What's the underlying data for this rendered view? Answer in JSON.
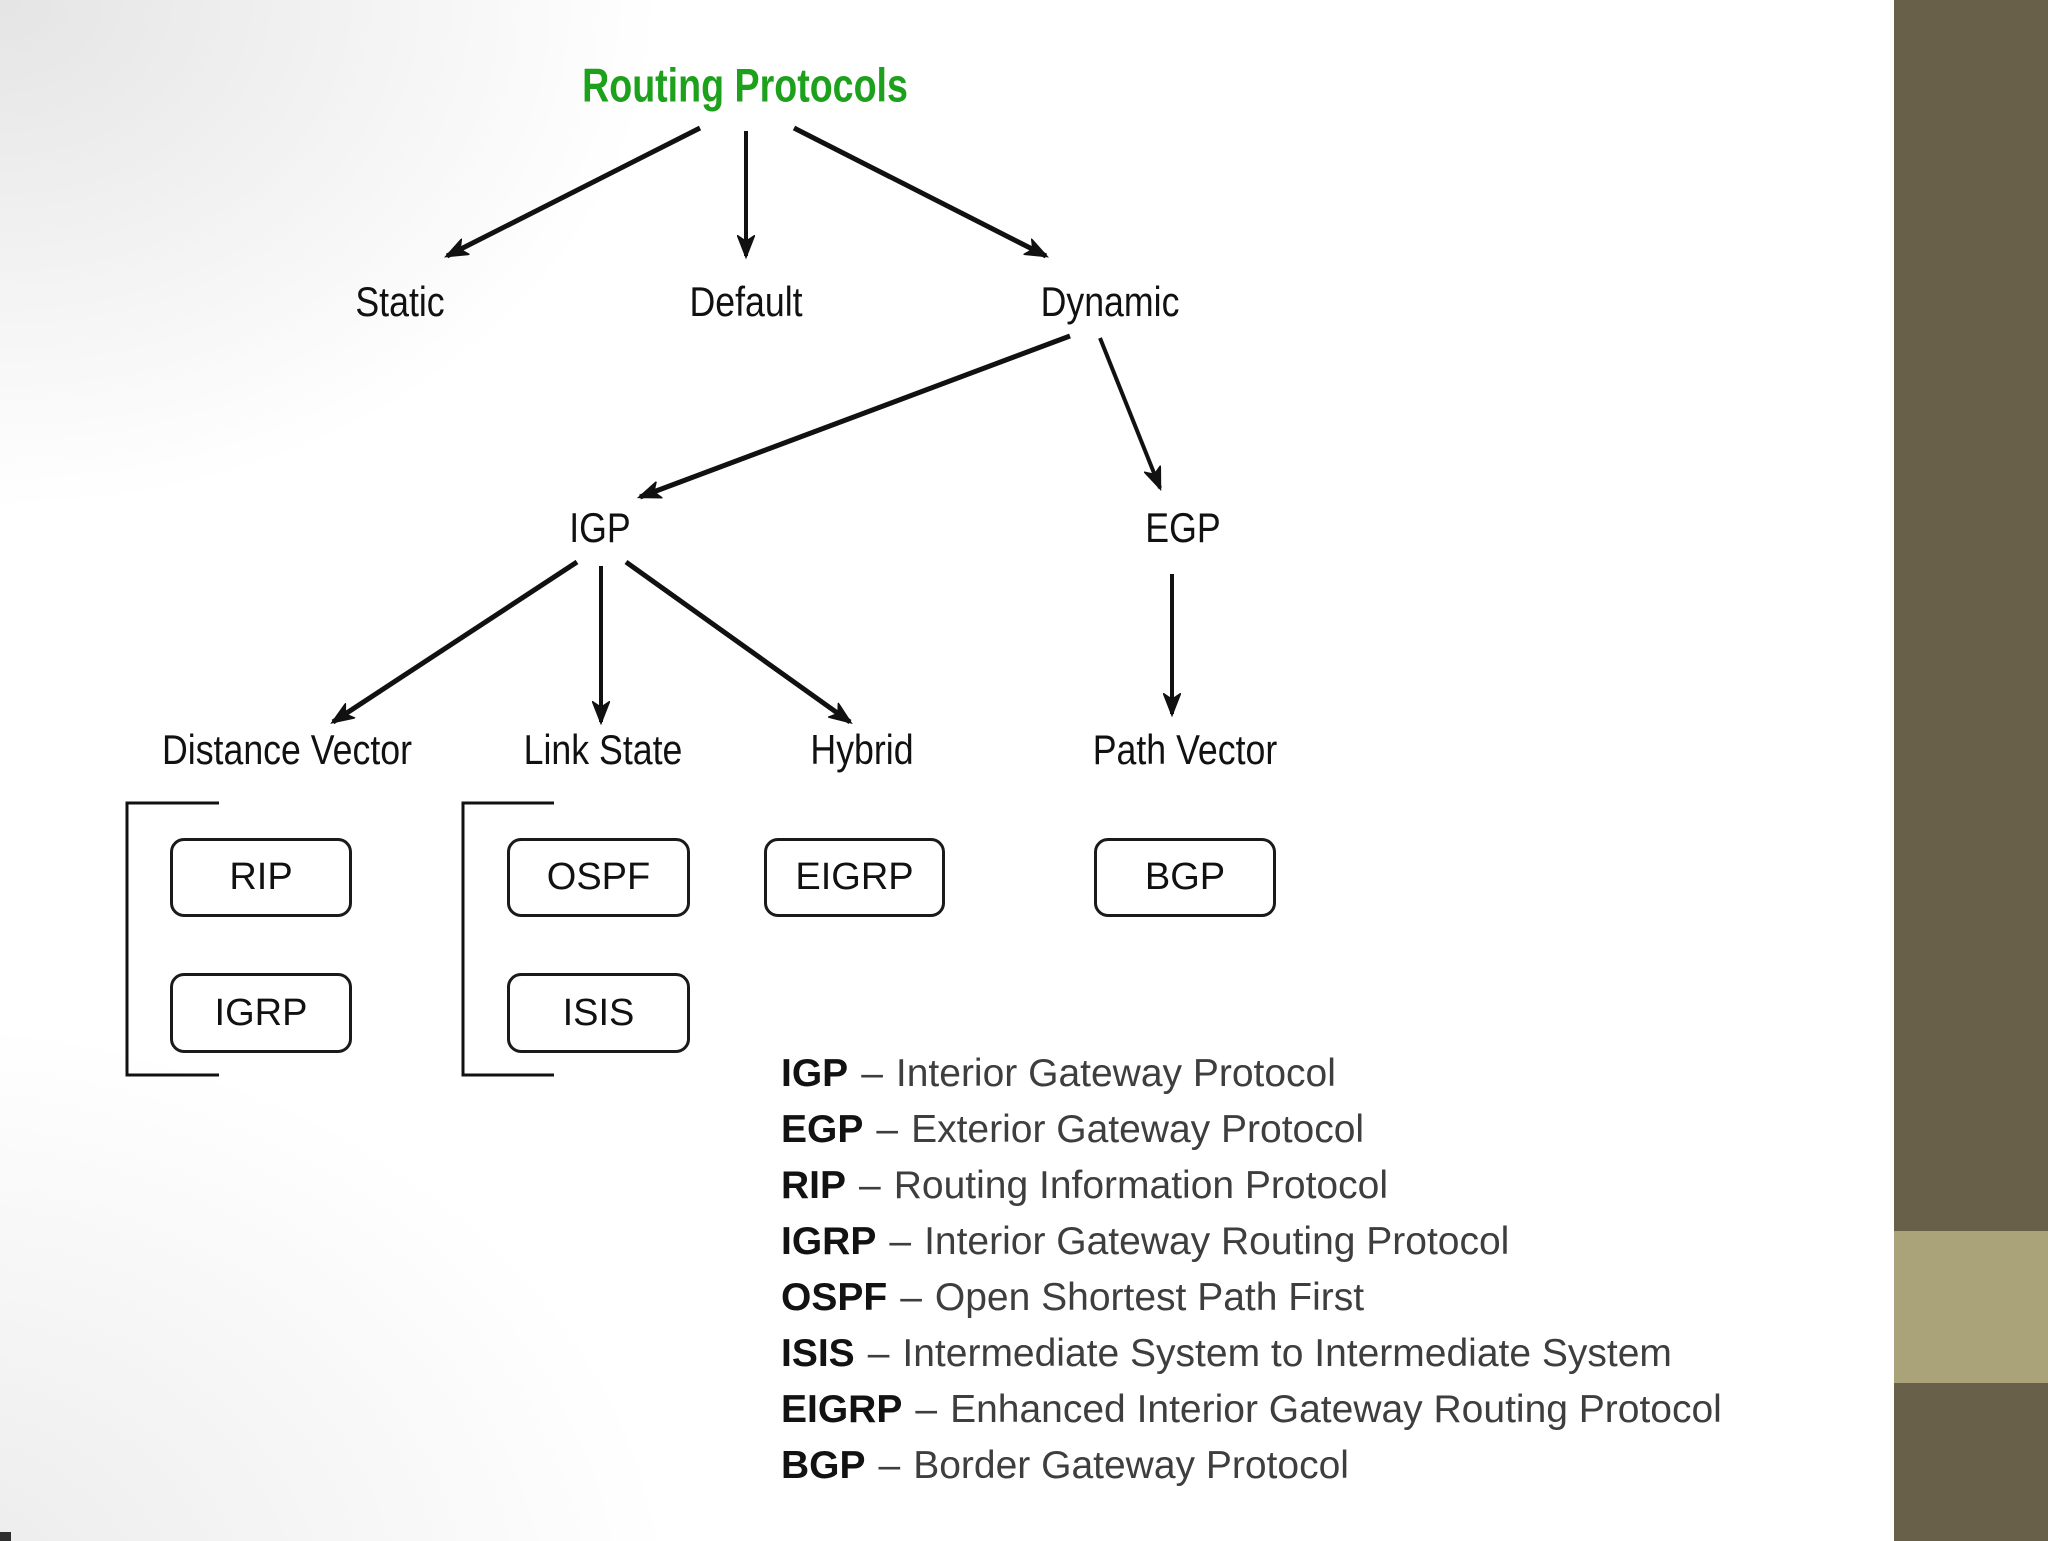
{
  "title": "Routing Protocols",
  "nodes": {
    "static": "Static",
    "default": "Default",
    "dynamic": "Dynamic",
    "igp": "IGP",
    "egp": "EGP",
    "distance_vector": "Distance Vector",
    "link_state": "Link State",
    "hybrid": "Hybrid",
    "path_vector": "Path Vector"
  },
  "protocol_boxes": {
    "rip": "RIP",
    "igrp": "IGRP",
    "ospf": "OSPF",
    "isis": "ISIS",
    "eigrp": "EIGRP",
    "bgp": "BGP"
  },
  "legend": {
    "separator": "–",
    "items": [
      {
        "abbr": "IGP",
        "desc": "Interior Gateway Protocol"
      },
      {
        "abbr": "EGP",
        "desc": "Exterior Gateway Protocol"
      },
      {
        "abbr": "RIP",
        "desc": "Routing Information Protocol"
      },
      {
        "abbr": "IGRP",
        "desc": "Interior Gateway Routing Protocol"
      },
      {
        "abbr": "OSPF",
        "desc": "Open Shortest Path First"
      },
      {
        "abbr": "ISIS",
        "desc": "Intermediate System to Intermediate System"
      },
      {
        "abbr": "EIGRP",
        "desc": "Enhanced Interior Gateway Routing Protocol"
      },
      {
        "abbr": "BGP",
        "desc": "Border Gateway Protocol"
      }
    ]
  },
  "colors": {
    "title_green": "#1da11d",
    "diagram_ink": "#111111",
    "legend_abbr": "#121212",
    "legend_desc": "#3e3e3e",
    "sidebar_dark": "#696049",
    "sidebar_light": "#aaa379"
  }
}
